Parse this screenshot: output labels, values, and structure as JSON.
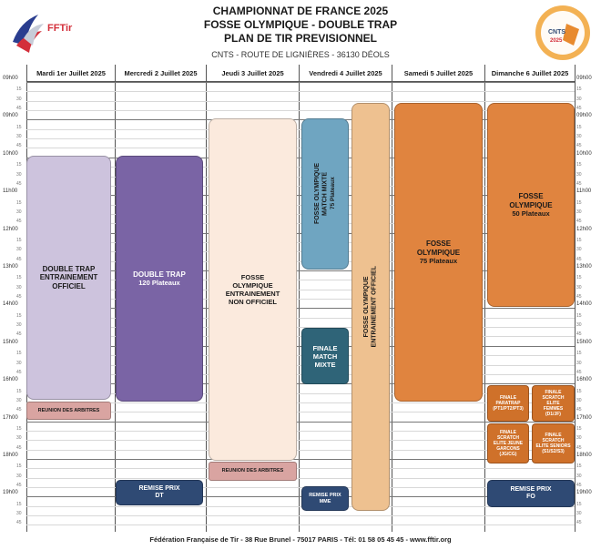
{
  "header": {
    "title": "CHAMPIONNAT DE FRANCE 2025",
    "subtitle": "FOSSE OLYMPIQUE - DOUBLE TRAP",
    "plan": "PLAN DE TIR PREVISIONNEL",
    "venue": "CNTS - ROUTE DE LIGNIÈRES - 36130 DÉOLS"
  },
  "logos": {
    "fftir_text": "FFTir",
    "cnts_text": "CNTS",
    "cnts_year": "2025"
  },
  "days": [
    "Mardi 1er Juillet 2025",
    "Mercredi 2 Juillet 2025",
    "Jeudi 3 Juillet 2025",
    "Vendredi 4 Juillet 2025",
    "Samedi 5 Juillet 2025",
    "Dimanche 6 Juillet 2025"
  ],
  "hours": [
    "09h00",
    "09h00",
    "10h00",
    "11h00",
    "12h00",
    "13h00",
    "14h00",
    "15h00",
    "16h00",
    "17h00",
    "18h00",
    "19h00"
  ],
  "quarters": [
    "15",
    "30",
    "45"
  ],
  "events": {
    "tue_dt_training": {
      "line1": "DOUBLE TRAP",
      "line2": "ENTRAINEMENT",
      "line3": "OFFICIEL"
    },
    "tue_referees": "REUNION DES ARBITRES",
    "wed_dt": {
      "line1": "DOUBLE TRAP",
      "line2": "120 Plateaux"
    },
    "wed_prize": {
      "line1": "REMISE PRIX",
      "line2": "DT"
    },
    "thu_fo_training": {
      "line1": "FOSSE",
      "line2": "OLYMPIQUE",
      "line3": "ENTRAINEMENT",
      "line4": "NON OFFICIEL"
    },
    "thu_referees": "REUNION DES ARBITRES",
    "fri_match_mixte": {
      "line1": "FOSSE OLYMPIQUE",
      "line2": "MATCH MIXTE",
      "line3": "75 Plateaux"
    },
    "fri_final_mixte": {
      "line1": "FINALE",
      "line2": "MATCH",
      "line3": "MIXTE"
    },
    "fri_prize": {
      "line1": "REMISE PRIX",
      "line2": "MME"
    },
    "fri_fo_training": {
      "line1": "FOSSE OLYMPIQUE",
      "line2": "ENTRAINEMENT OFFICIEL"
    },
    "sat_fo": {
      "line1": "FOSSE",
      "line2": "OLYMPIQUE",
      "line3": "75 Plateaux"
    },
    "sun_fo": {
      "line1": "FOSSE",
      "line2": "OLYMPIQUE",
      "line3": "50 Plateaux"
    },
    "sun_final_paratrap": {
      "line1": "FINALE",
      "line2": "PARATRAP",
      "line3": "(PT1/PT2/PT3)"
    },
    "sun_final_women": {
      "line1": "FINALE",
      "line2": "SCRATCH",
      "line3": "ELITE",
      "line4": "FEMMES",
      "line5": "(D1/JF)"
    },
    "sun_final_young_men": {
      "line1": "FINALE",
      "line2": "SCRATCH",
      "line3": "ELITE JEUNE",
      "line4": "GARCONS",
      "line5": "(JG/CG)"
    },
    "sun_final_seniors": {
      "line1": "FINALE",
      "line2": "SCRATCH",
      "line3": "ELITE SENIORS",
      "line4": "(S1/S2/S3)"
    },
    "sun_prize": {
      "line1": "REMISE PRIX",
      "line2": "FO"
    }
  },
  "colors": {
    "lavender": "#cdc3dd",
    "purple": "#7a64a5",
    "cream": "#fbeadd",
    "rose": "#d9a4a1",
    "teal": "#2f6478",
    "steel_blue": "#6fa5c1",
    "peach": "#eec190",
    "orange": "#e0843f",
    "dark_orange": "#cf712a",
    "navy": "#2f4a74"
  },
  "footer": "Fédération Française de Tir - 38 Rue Brunel - 75017 PARIS - Tél: 01 58 05 45 45 - www.fftir.org"
}
